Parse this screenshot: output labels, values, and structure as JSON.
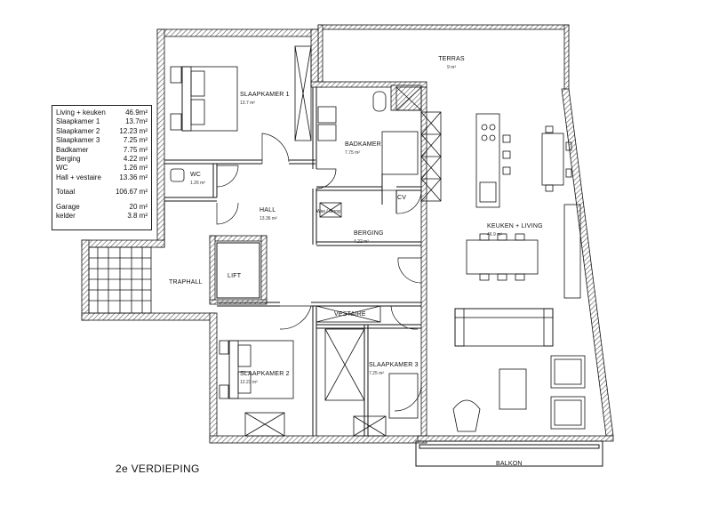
{
  "plan_title": "2e VERDIEPING",
  "area_table": {
    "rows": [
      {
        "name": "Living + keuken",
        "value": "46.9m²"
      },
      {
        "name": "Slaapkamer 1",
        "value": "13.7m²"
      },
      {
        "name": "Slaapkamer 2",
        "value": "12.23 m²"
      },
      {
        "name": "Slaapkamer 3",
        "value": "7.25 m²"
      },
      {
        "name": "Badkamer",
        "value": "7.75 m²"
      },
      {
        "name": "Berging",
        "value": "4.22 m²"
      },
      {
        "name": "WC",
        "value": "1.26 m²"
      },
      {
        "name": "Hall + vestaire",
        "value": "13.36 m²"
      }
    ],
    "total": {
      "name": "Totaal",
      "value": "106.67 m²"
    },
    "extras": [
      {
        "name": "Garage",
        "value": "20 m²"
      },
      {
        "name": "kelder",
        "value": "3.8 m²"
      }
    ]
  },
  "rooms": {
    "terras": {
      "name": "TERRAS",
      "area": "9 m²"
    },
    "slaapkamer1": {
      "name": "SLAAPKAMER 1",
      "area": "13.7 m²"
    },
    "badkamer": {
      "name": "BADKAMER",
      "area": "7.75 m²"
    },
    "wc": {
      "name": "WC",
      "area": "1.26 m²"
    },
    "hall": {
      "name": "HALL",
      "area": "13.36 m²"
    },
    "berging": {
      "name": "BERGING",
      "area": "4.22 m²"
    },
    "cv": {
      "name": "CV"
    },
    "wasmachine": {
      "name": "Was / droog"
    },
    "keuken_living": {
      "name": "KEUKEN + LIVING",
      "area": "46.9 m²"
    },
    "traphall": {
      "name": "TRAPHALL"
    },
    "lift": {
      "name": "LIFT"
    },
    "vestaire": {
      "name": "VESTAIRE"
    },
    "slaapkamer2": {
      "name": "SLAAPKAMER 2",
      "area": "12.23 m²"
    },
    "slaapkamer3": {
      "name": "SLAAPKAMER 3",
      "area": "7.25 m²"
    },
    "balkon": {
      "name": "BALKON"
    }
  }
}
